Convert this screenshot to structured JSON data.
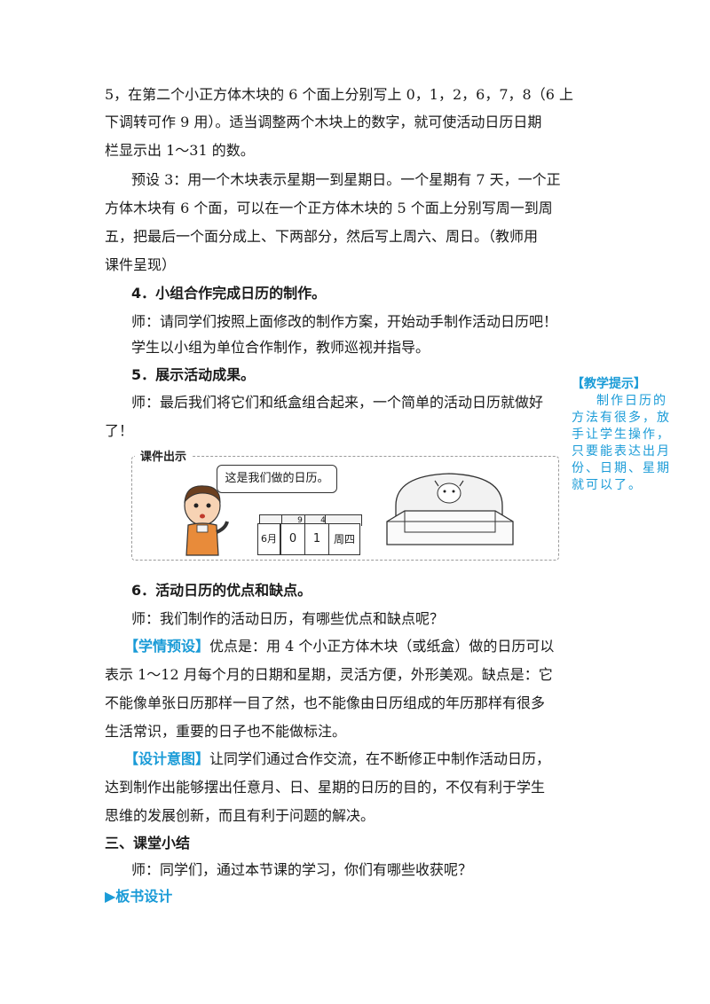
{
  "body": {
    "l1": "5，在第二个小正方体木块的 6 个面上分别写上 0，1，2，6，7，8（6 上",
    "l2": "下调转可作 9 用）。适当调整两个木块上的数字，就可使活动日历日期",
    "l3": "栏显示出 1～31 的数。",
    "l4": "预设 3：用一个木块表示星期一到星期日。一个星期有 7 天，一个正",
    "l5": "方体木块有 6 个面，可以在一个正方体木块的 5 个面上分别写周一到周",
    "l6": "五，把最后一个面分成上、下两部分，然后写上周六、周日。（教师用",
    "l7": "课件呈现）",
    "h4": "4．小组合作完成日历的制作。",
    "l8": "师：请同学们按照上面修改的制作方案，开始动手制作活动日历吧！",
    "l9": "学生以小组为单位合作制作，教师巡视并指导。",
    "h5": "5．展示活动成果。",
    "l10": "师：最后我们将它们和纸盒组合起来，一个简单的活动日历就做好",
    "l11": "了！",
    "h6": "6．活动日历的优点和缺点。",
    "l12": "师：我们制作的活动日历，有哪些优点和缺点呢？",
    "tag1": "【学情预设】",
    "l13": "优点是：用 4 个小正方体木块（或纸盒）做的日历可以",
    "l14": "表示 1～12 月每个月的日期和星期，灵活方便，外形美观。缺点是：它",
    "l15": "不能像单张日历那样一目了然，也不能像由日历组成的年历那样有很多",
    "l16": "生活常识，重要的日子也不能做标注。",
    "tag2": "【设计意图】",
    "l17": "让同学们通过合作交流，在不断修正中制作活动日历，",
    "l18": "达到制作出能够摆出任意月、日、星期的日历的目的，不仅有利于学生",
    "l19": "思维的发展创新，而且有利于问题的解决。",
    "h3": "三、课堂小结",
    "l20": "师：同学们，通过本节课的学习，你们有哪些收获呢？",
    "board": "▶板书设计"
  },
  "sidenote": {
    "head": "【教学提示】",
    "r1": "制作日历的",
    "r2": "方法有很多，放",
    "r3": "手让学生操作，",
    "r4": "只要能表达出月",
    "r5": "份、日期、星期",
    "r6": "就可以了。"
  },
  "courseware": {
    "label": "课件出示",
    "speech": "这是我们做的日历。",
    "blocks": [
      "6月",
      "0",
      "1",
      "周四"
    ],
    "blocks_top": [
      "",
      "9",
      "4",
      ""
    ]
  },
  "colors": {
    "accent": "#1a9bd7"
  }
}
